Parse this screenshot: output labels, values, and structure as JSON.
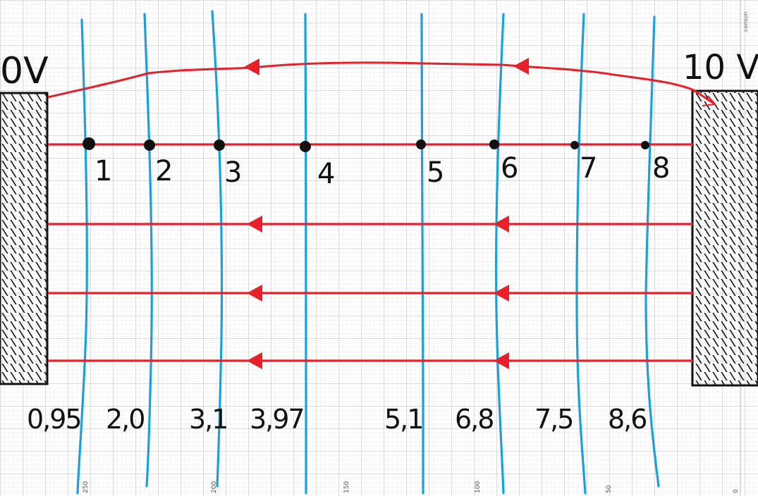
{
  "electrodes": {
    "left_label": "0V",
    "right_label": "10 V"
  },
  "points": [
    {
      "label": "1"
    },
    {
      "label": "2"
    },
    {
      "label": "3"
    },
    {
      "label": "4"
    },
    {
      "label": "5"
    },
    {
      "label": "6"
    },
    {
      "label": "7"
    },
    {
      "label": "8"
    }
  ],
  "equipotentials": [
    {
      "value": "0,95"
    },
    {
      "value": "2,0"
    },
    {
      "value": "3,1"
    },
    {
      "value": "3,97"
    },
    {
      "value": "5,1"
    },
    {
      "value": "6,8"
    },
    {
      "value": "7,5"
    },
    {
      "value": "8,6"
    }
  ],
  "paper_scale": [
    "250",
    "200",
    "150",
    "100",
    "50",
    "0"
  ],
  "paper_brand": "canson",
  "colors": {
    "field_line": "#e8202a",
    "equipotential": "#1aa0dc",
    "grid_minor": "#d2d2d2",
    "grid_major": "#9a9a9a",
    "ink": "#111111"
  }
}
